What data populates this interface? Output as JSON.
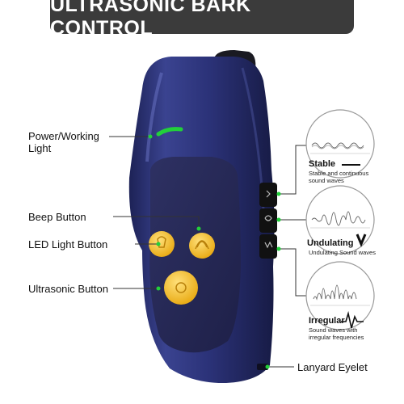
{
  "title": "ULTRASONIC BARK CONTROL",
  "callouts": {
    "power_light": "Power/Working\nLight",
    "beep_button": "Beep Button",
    "led_button": "LED Light Button",
    "ultrasonic_button": "Ultrasonic Button",
    "lanyard": "Lanyard Eyelet"
  },
  "modes": [
    {
      "name": "Stable",
      "description": "Stable and continuous sound waves"
    },
    {
      "name": "Undulating",
      "description": "Undulating Sound waves"
    },
    {
      "name": "Irregular",
      "description": "Sound waves with irregular frequencies"
    }
  ],
  "colors": {
    "banner": "#3b3b3b",
    "body": "#262c6e",
    "panel": "#2a2d5a",
    "button": "#f5c02a",
    "led": "#22d03a"
  }
}
